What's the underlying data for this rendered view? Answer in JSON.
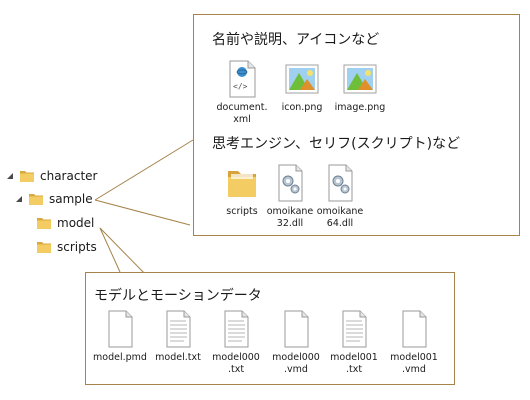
{
  "tree": {
    "items": [
      {
        "label": "character",
        "expanded": true
      },
      {
        "label": "sample",
        "expanded": true
      },
      {
        "label": "model",
        "expanded": false
      },
      {
        "label": "scripts",
        "expanded": false
      }
    ]
  },
  "callouts": {
    "meta": {
      "title": "名前や説明、アイコンなど",
      "files": [
        {
          "label": "document.\nxml",
          "icon": "xml-file-icon"
        },
        {
          "label": "icon.png",
          "icon": "image-file-icon"
        },
        {
          "label": "image.png",
          "icon": "image-file-icon"
        }
      ]
    },
    "engine": {
      "title": "思考エンジン、セリフ(スクリプト)など",
      "files": [
        {
          "label": "scripts",
          "icon": "folder-icon"
        },
        {
          "label": "omoikane\n32.dll",
          "icon": "dll-file-icon"
        },
        {
          "label": "omoikane\n64.dll",
          "icon": "dll-file-icon"
        }
      ]
    },
    "model": {
      "title": "モデルとモーションデータ",
      "files": [
        {
          "label": "model.pmd",
          "icon": "blank-file-icon"
        },
        {
          "label": "model.txt",
          "icon": "text-file-icon"
        },
        {
          "label": "model000\n.txt",
          "icon": "text-file-icon"
        },
        {
          "label": "model000\n.vmd",
          "icon": "blank-file-icon"
        },
        {
          "label": "model001\n.txt",
          "icon": "text-file-icon"
        },
        {
          "label": "model001\n.vmd",
          "icon": "blank-file-icon"
        }
      ]
    }
  },
  "colors": {
    "callout_border": "#a5834a",
    "folder": "#e8c15a"
  }
}
